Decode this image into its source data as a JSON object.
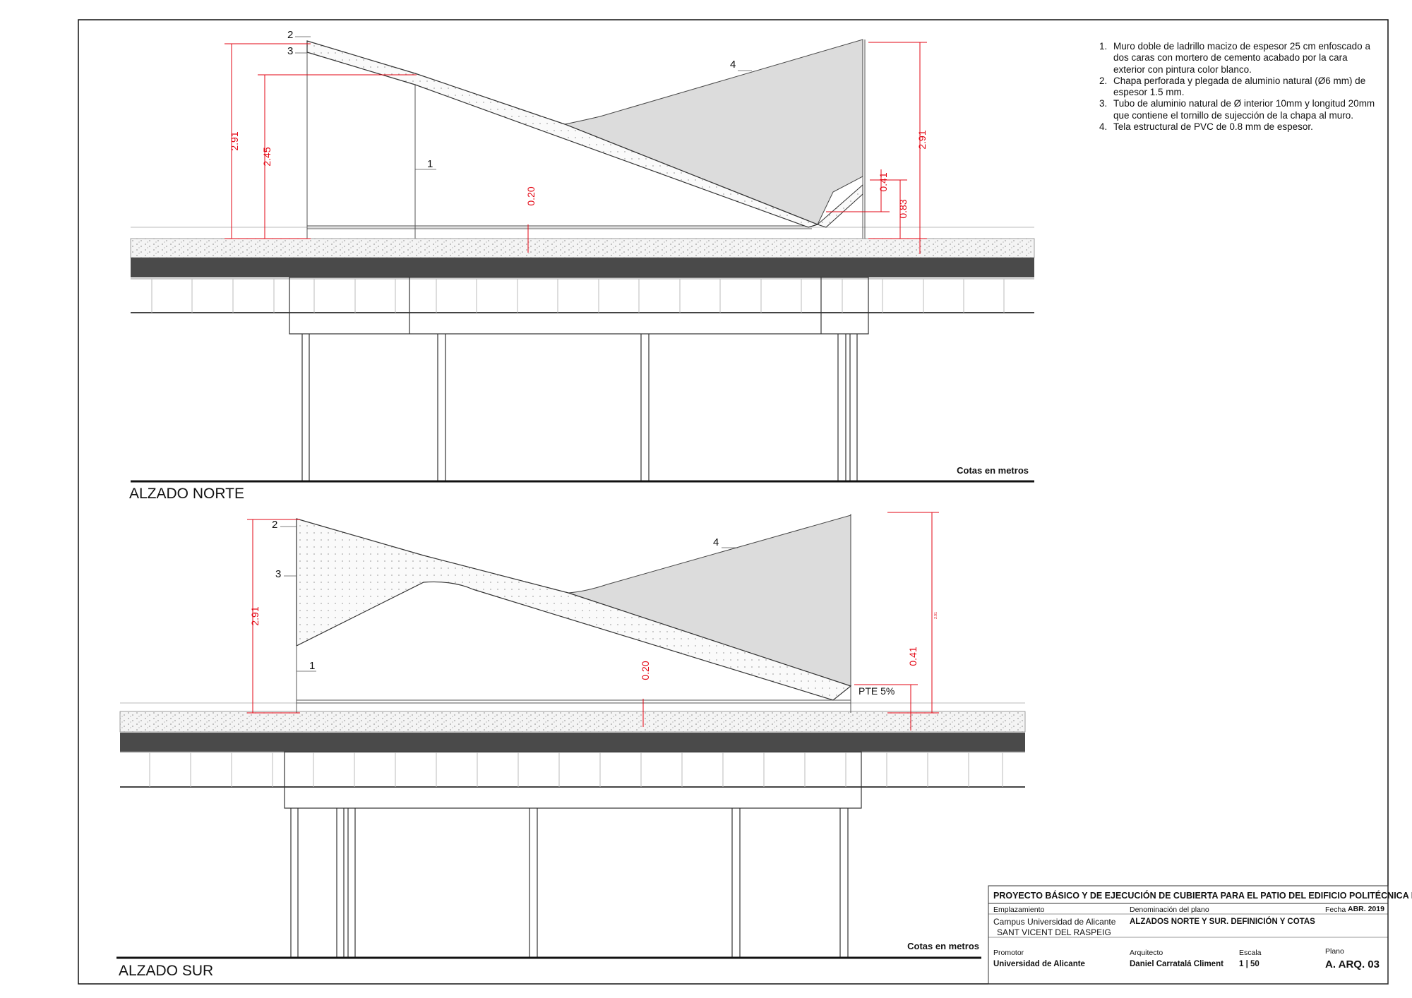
{
  "alzado_norte": {
    "title": "ALZADO NORTE",
    "cotas": "Cotas en metros",
    "dims": {
      "d291_left": "2.91",
      "d245": "2.45",
      "d020": "0.20",
      "d291_right": "2.91",
      "d041": "0.41",
      "d083": "0.83"
    },
    "callouts": {
      "c1": "1",
      "c2": "2",
      "c3": "3",
      "c4": "4"
    }
  },
  "alzado_sur": {
    "title": "ALZADO SUR",
    "cotas": "Cotas en metros",
    "dims": {
      "d291_left": "2.91",
      "d020": "0.20",
      "d041": "0.41",
      "d291_right": "2.91"
    },
    "callouts": {
      "c1": "1",
      "c2": "2",
      "c3": "3",
      "c4": "4"
    },
    "slope": "PTE 5%"
  },
  "notes": [
    {
      "num": "1.",
      "text": "Muro doble de ladrillo macizo de espesor 25 cm enfoscado a dos caras con mortero de cemento acabado por la cara exterior con pintura color blanco."
    },
    {
      "num": "2.",
      "text": "Chapa perforada y plegada de aluminio natural (Ø6 mm) de espesor 1.5 mm."
    },
    {
      "num": "3.",
      "text": "Tubo de aluminio natural de Ø interior 10mm y longitud 20mm que contiene el tornillo de sujección de la chapa al muro."
    },
    {
      "num": "4.",
      "text": "Tela estructural de PVC de 0.8 mm de espesor."
    }
  ],
  "title_block": {
    "project": "PROYECTO BÁSICO Y DE EJECUCIÓN DE CUBIERTA PARA EL PATIO DEL EDIFICIO POLITÉCNICA I",
    "emplazamiento_label": "Emplazamiento",
    "emplazamiento_1": "Campus Universidad de Alicante",
    "emplazamiento_2": "SANT VICENT DEL RASPEIG",
    "denominacion_label": "Denominación del plano",
    "denominacion": "ALZADOS NORTE Y SUR. DEFINICIÓN Y COTAS",
    "fecha_label": "Fecha",
    "fecha": "ABR. 2019",
    "promotor_label": "Promotor",
    "promotor": "Universidad de Alicante",
    "arquitecto_label": "Arquitecto",
    "arquitecto": "Daniel Carratalá Climent",
    "escala_label": "Escala",
    "escala": "1 | 50",
    "plano_label": "Plano",
    "plano": "A. ARQ. 03"
  },
  "colors": {
    "dimension": "#e30613",
    "membrane": "#dcdcdc",
    "slab": "#4a4a4a",
    "line": "#111111"
  }
}
